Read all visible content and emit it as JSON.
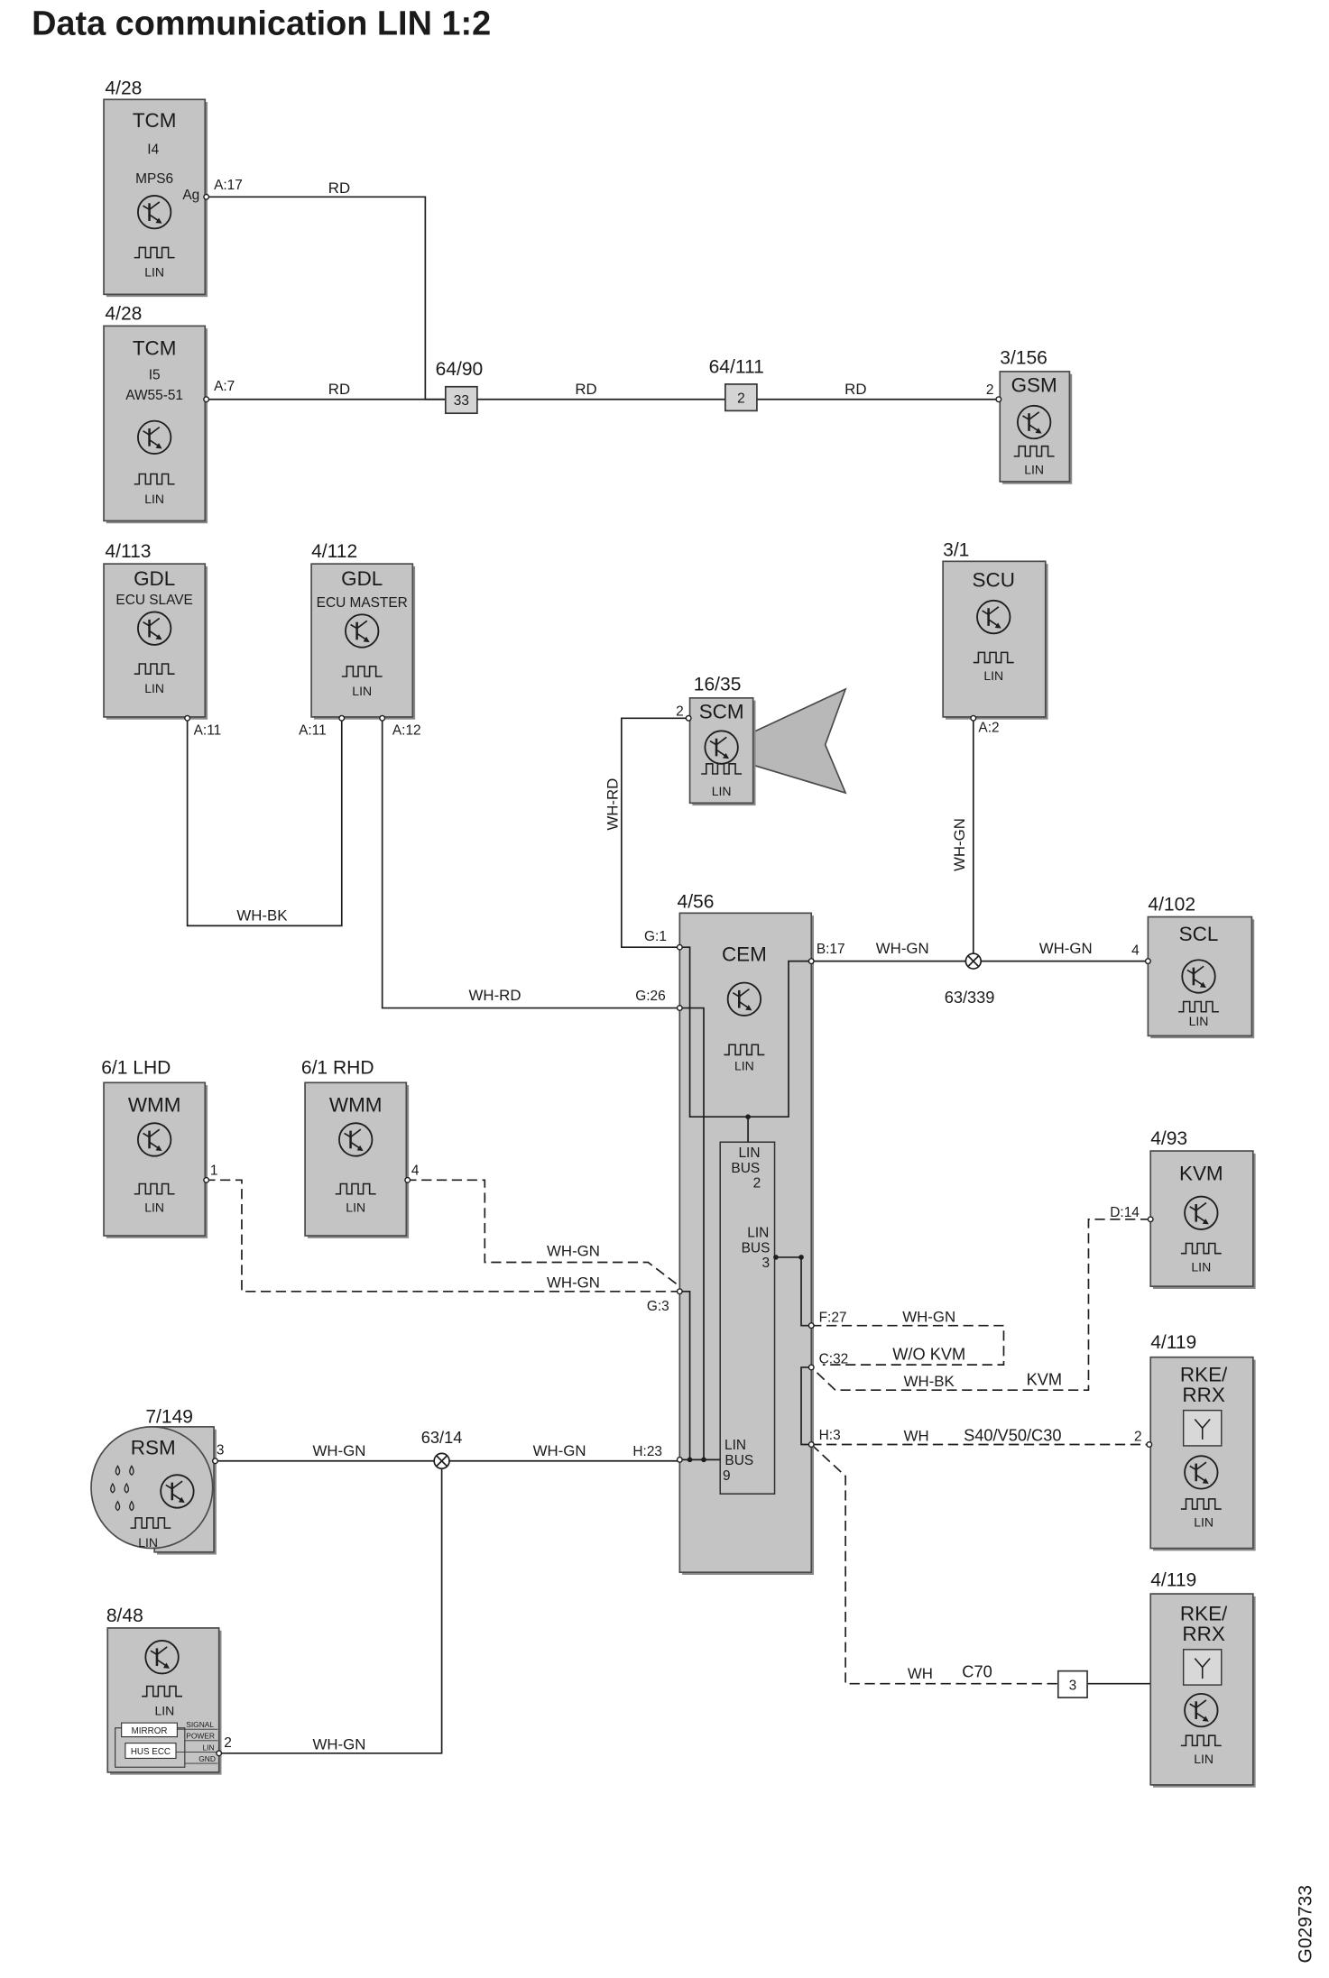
{
  "title": "Data communication LIN 1:2",
  "drawing_id": "G029733",
  "colors": {
    "module_fill": "#c4c4c4",
    "line": "#1e1e1e"
  },
  "components": {
    "tcm_i4": {
      "ref": "4/28",
      "name": "TCM",
      "variant": "I4",
      "model": "MPS6",
      "pin_note": "Ag",
      "lin": "LIN",
      "pin": "A:17"
    },
    "tcm_i5": {
      "ref": "4/28",
      "name": "TCM",
      "variant": "I5",
      "model": "AW55-51",
      "lin": "LIN",
      "pin": "A:7"
    },
    "gsm": {
      "ref": "3/156",
      "name": "GSM",
      "lin": "LIN",
      "pin": "2"
    },
    "gdl_slave": {
      "ref": "4/113",
      "name": "GDL",
      "sub": "ECU SLAVE",
      "lin": "LIN",
      "pin": "A:11"
    },
    "gdl_master": {
      "ref": "4/112",
      "name": "GDL",
      "sub": "ECU MASTER",
      "lin": "LIN",
      "pin_a11": "A:11",
      "pin_a12": "A:12"
    },
    "scu": {
      "ref": "3/1",
      "name": "SCU",
      "lin": "LIN",
      "pin": "A:2"
    },
    "scm": {
      "ref": "16/35",
      "name": "SCM",
      "lin": "LIN",
      "pin": "2"
    },
    "cem": {
      "ref": "4/56",
      "name": "CEM",
      "lin": "LIN",
      "pins": {
        "g1": "G:1",
        "g26": "G:26",
        "b17": "B:17",
        "g3": "G:3",
        "h23": "H:23",
        "f27": "F:27",
        "c32": "C:32",
        "h3": "H:3"
      },
      "buses": [
        {
          "l1": "LIN",
          "l2": "BUS",
          "num": "2"
        },
        {
          "l1": "LIN",
          "l2": "BUS",
          "num": "3"
        },
        {
          "l1": "LIN",
          "l2": "BUS",
          "num": "9"
        }
      ]
    },
    "scl": {
      "ref": "4/102",
      "name": "SCL",
      "lin": "LIN",
      "pin": "4"
    },
    "wmm_lhd": {
      "ref": "6/1 LHD",
      "name": "WMM",
      "lin": "LIN",
      "pin": "1"
    },
    "wmm_rhd": {
      "ref": "6/1 RHD",
      "name": "WMM",
      "lin": "LIN",
      "pin": "4"
    },
    "kvm": {
      "ref": "4/93",
      "name": "KVM",
      "lin": "LIN",
      "pin": "D:14"
    },
    "rke_rrx_1": {
      "ref": "4/119",
      "name_line1": "RKE/",
      "name_line2": "RRX",
      "lin": "LIN",
      "pin": "2"
    },
    "rke_rrx_2": {
      "ref": "4/119",
      "name_line1": "RKE/",
      "name_line2": "RRX",
      "lin": "LIN"
    },
    "rsm": {
      "ref": "7/149",
      "name": "RSM",
      "lin": "LIN",
      "pin": "3"
    },
    "mirror_module": {
      "ref": "8/48",
      "lin": "LIN",
      "mirror": "MIRROR",
      "hus_ecc": "HUS ECC",
      "terminals": {
        "signal": "SIGNAL",
        "power": "POWER",
        "lin": "LIN",
        "gnd": "GND"
      },
      "pin": "2"
    }
  },
  "connectors": {
    "c64_90": {
      "ref": "64/90",
      "pin": "33"
    },
    "c64_111": {
      "ref": "64/111",
      "pin": "2"
    },
    "c70_conn": {
      "pin": "3"
    }
  },
  "splices": {
    "s63_339": {
      "ref": "63/339"
    },
    "s63_14": {
      "ref": "63/14"
    }
  },
  "wires": {
    "tcm_i4_to_64_90": {
      "color": "RD"
    },
    "tcm_i5_to_64_90": {
      "color": "RD"
    },
    "c64_90_to_64_111": {
      "color": "RD"
    },
    "c64_111_to_gsm": {
      "color": "RD"
    },
    "gdl_slave_to_master": {
      "color": "WH-BK"
    },
    "gdl_master_to_cem": {
      "color": "WH-RD"
    },
    "scm_to_cem": {
      "color": "WH-RD"
    },
    "scu_to_splice": {
      "color": "WH-GN"
    },
    "cem_to_splice": {
      "color": "WH-GN"
    },
    "splice_to_scl": {
      "color": "WH-GN"
    },
    "wmm_rhd_to_cem": {
      "color": "WH-GN"
    },
    "wmm_lhd_to_cem": {
      "color": "WH-GN"
    },
    "cem_f27_loop": {
      "color": "WH-GN",
      "note": "W/O KVM"
    },
    "cem_c32_to_kvm": {
      "color": "WH-BK",
      "note": "KVM"
    },
    "cem_h3_to_rke": {
      "color": "WH",
      "note": "S40/V50/C30"
    },
    "cem_h3_to_conn3": {
      "color": "WH",
      "note": "C70"
    },
    "rsm_to_splice": {
      "color": "WH-GN"
    },
    "splice_to_cem_h23": {
      "color": "WH-GN"
    },
    "mirror_to_splice": {
      "color": "WH-GN"
    }
  }
}
